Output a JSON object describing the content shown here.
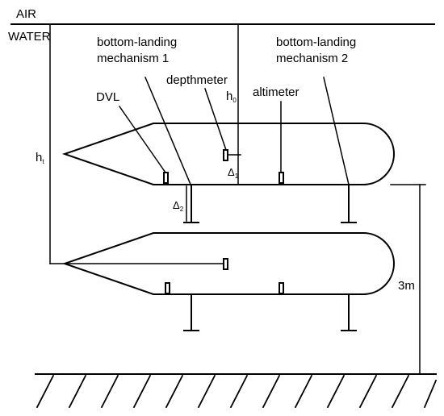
{
  "labels": {
    "air": "AIR",
    "water": "WATER",
    "bottom_landing_1_line1": "bottom-landing",
    "bottom_landing_1_line2": "mechanism 1",
    "bottom_landing_2_line1": "bottom-landing",
    "bottom_landing_2_line2": "mechanism 2",
    "dvl": "DVL",
    "depthmeter": "depthmeter",
    "altimeter": "altimeter",
    "h0": "h",
    "h0_sub": "0",
    "ht": "h",
    "ht_sub": "t",
    "delta1": "Δ",
    "delta1_sub": "1",
    "delta2": "Δ",
    "delta2_sub": "2",
    "three_m": "3m"
  }
}
